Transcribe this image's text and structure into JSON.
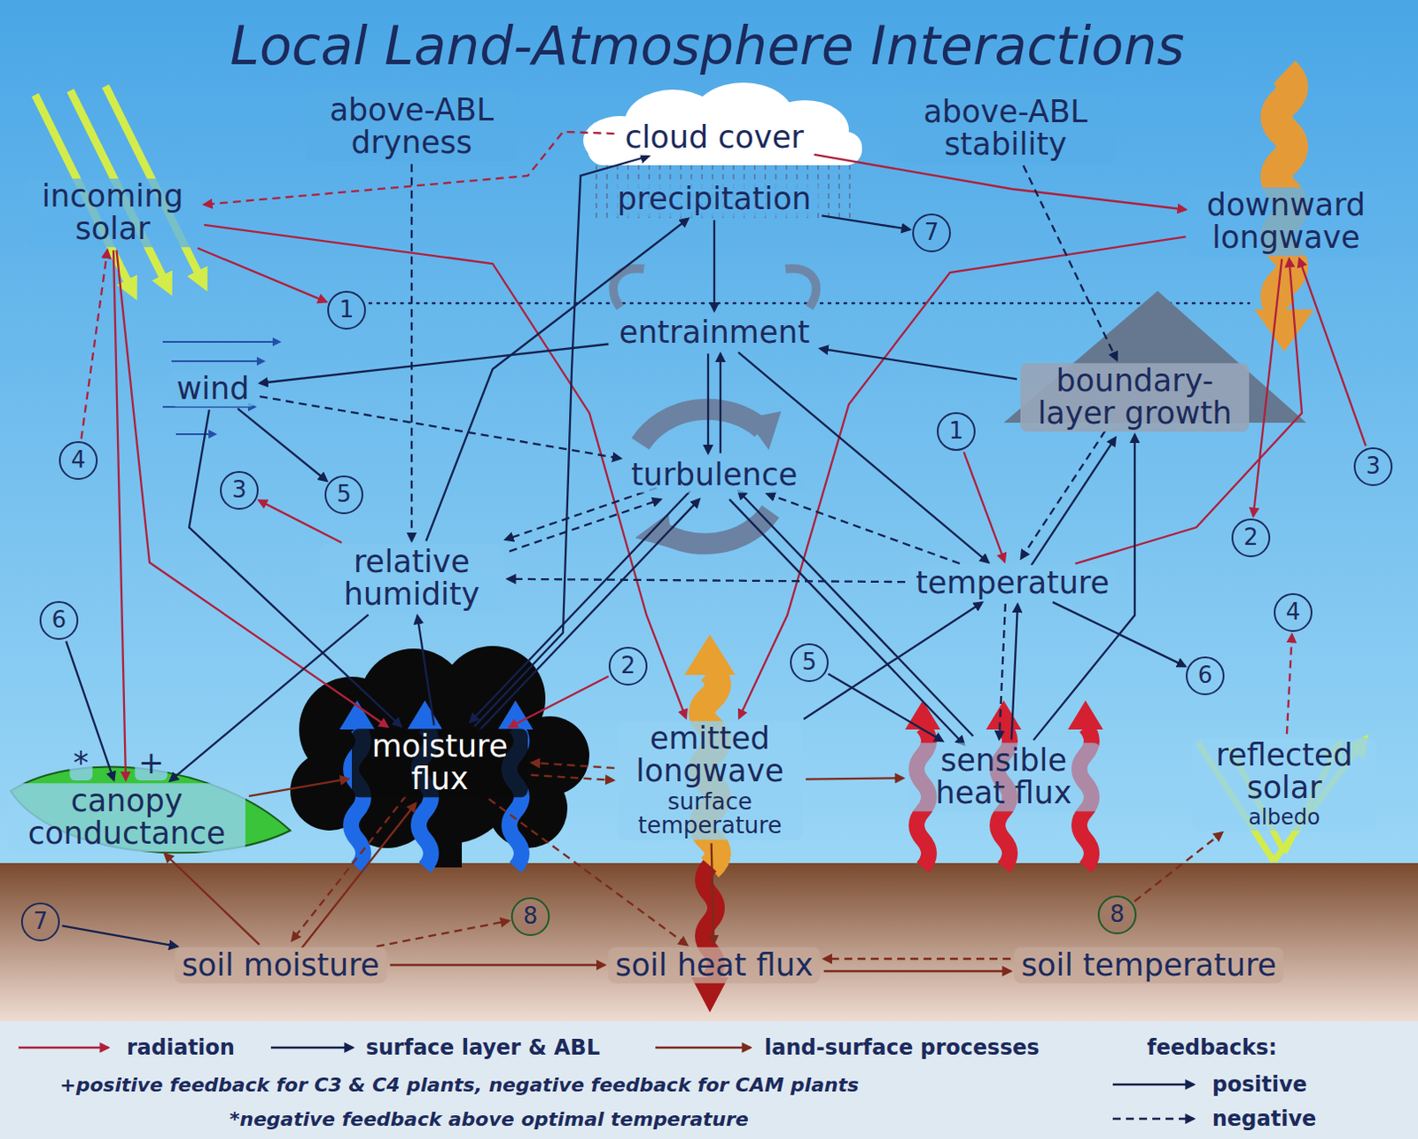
{
  "diagram": {
    "title": "Local Land-Atmosphere Interactions",
    "nodes": [
      {
        "text": [
          "incoming solar"
        ]
      },
      {
        "text": [
          "above-ABL dryness"
        ]
      },
      {
        "text": [
          "cloud cover"
        ]
      },
      {
        "text": [
          "precipitation"
        ]
      },
      {
        "text": [
          "above-ABL stability"
        ]
      },
      {
        "text": [
          "downward longwave"
        ]
      },
      {
        "text": [
          "entrainment"
        ]
      },
      {
        "text": [
          "wind"
        ]
      },
      {
        "text": [
          "boundary-layer growth"
        ]
      },
      {
        "text": [
          "turbulence"
        ]
      },
      {
        "text": [
          "relative humidity"
        ]
      },
      {
        "text": [
          "temperature"
        ]
      },
      {
        "text": [
          "moisture flux"
        ]
      },
      {
        "text": [
          "emitted longwave",
          "surface temperature"
        ]
      },
      {
        "text": [
          "sensible heat flux"
        ]
      },
      {
        "text": [
          "reflected solar",
          "albedo"
        ]
      },
      {
        "text": [
          "canopy conductance"
        ]
      },
      {
        "text": [
          "soil moisture"
        ]
      },
      {
        "text": [
          "soil heat flux"
        ]
      },
      {
        "text": [
          "soil temperature"
        ]
      },
      {
        "text": [
          "1"
        ]
      },
      {
        "text": [
          "1"
        ]
      },
      {
        "text": [
          "2"
        ]
      },
      {
        "text": [
          "2"
        ]
      },
      {
        "text": [
          "3"
        ]
      },
      {
        "text": [
          "3"
        ]
      },
      {
        "text": [
          "4"
        ]
      },
      {
        "text": [
          "4"
        ]
      },
      {
        "text": [
          "5"
        ]
      },
      {
        "text": [
          "5"
        ]
      },
      {
        "text": [
          "6"
        ]
      },
      {
        "text": [
          "6"
        ]
      },
      {
        "text": [
          "7"
        ]
      },
      {
        "text": [
          "7"
        ]
      },
      {
        "text": [
          "8"
        ]
      },
      {
        "text": [
          "8"
        ]
      }
    ],
    "edges": [
      {
        "from": 0,
        "to": 20,
        "arrow": "to"
      },
      {
        "from": 0,
        "to": 13,
        "arrow": "to"
      },
      {
        "from": 0,
        "to": 16,
        "arrow": "to"
      },
      {
        "from": 0,
        "to": 12,
        "arrow": "to"
      },
      {
        "from": 2,
        "to": 0,
        "arrow": "to"
      },
      {
        "from": 2,
        "to": 5,
        "arrow": "to"
      },
      {
        "from": 3,
        "to": 32,
        "arrow": "to"
      },
      {
        "from": 33,
        "to": 17,
        "arrow": "to"
      },
      {
        "from": 5,
        "to": 13,
        "arrow": "to"
      },
      {
        "from": 5,
        "to": 23,
        "arrow": "to"
      },
      {
        "from": 25,
        "to": 5,
        "arrow": "to"
      },
      {
        "from": 11,
        "to": 5,
        "arrow": "to"
      },
      {
        "from": 10,
        "to": 24,
        "arrow": "to"
      },
      {
        "from": 26,
        "to": 0,
        "arrow": "to"
      },
      {
        "from": 15,
        "to": 27,
        "arrow": "to"
      },
      {
        "from": 35,
        "to": 15,
        "arrow": "to"
      },
      {
        "from": 17,
        "to": 34,
        "arrow": "to"
      },
      {
        "from": 30,
        "to": 16,
        "arrow": "to"
      },
      {
        "from": 11,
        "to": 31,
        "arrow": "to"
      },
      {
        "from": 6,
        "to": 7,
        "arrow": "to"
      },
      {
        "from": 7,
        "to": 28,
        "arrow": "to"
      },
      {
        "from": 29,
        "to": 14,
        "arrow": "to"
      },
      {
        "from": 7,
        "to": 9,
        "arrow": "to"
      },
      {
        "from": 7,
        "to": 12,
        "arrow": "to"
      },
      {
        "from": 10,
        "to": 16,
        "arrow": "to"
      },
      {
        "from": 10,
        "to": 9,
        "arrow": "to"
      },
      {
        "from": 9,
        "to": 10,
        "arrow": "to"
      },
      {
        "from": 10,
        "to": 3,
        "arrow": "to"
      },
      {
        "from": 12,
        "to": 2,
        "arrow": "to"
      },
      {
        "from": 1,
        "to": 10,
        "arrow": "to"
      },
      {
        "from": 4,
        "to": 8,
        "arrow": "to"
      },
      {
        "from": 8,
        "to": 6,
        "arrow": "to"
      },
      {
        "from": 8,
        "to": 11,
        "arrow": "to"
      },
      {
        "from": 11,
        "to": 8,
        "arrow": "to"
      },
      {
        "from": 11,
        "to": 10,
        "arrow": "to"
      },
      {
        "from": 21,
        "to": 11,
        "arrow": "to"
      },
      {
        "from": 3,
        "to": 6,
        "arrow": "to"
      },
      {
        "from": 6,
        "to": 9,
        "arrow": "to"
      },
      {
        "from": 9,
        "to": 6,
        "arrow": "to"
      },
      {
        "from": 9,
        "to": 12,
        "arrow": "to"
      },
      {
        "from": 12,
        "to": 9,
        "arrow": "to"
      },
      {
        "from": 9,
        "to": 14,
        "arrow": "to"
      },
      {
        "from": 14,
        "to": 9,
        "arrow": "to"
      },
      {
        "from": 11,
        "to": 9,
        "arrow": "to"
      },
      {
        "from": 14,
        "to": 11,
        "arrow": "to"
      },
      {
        "from": 11,
        "to": 14,
        "arrow": "to"
      },
      {
        "from": 14,
        "to": 8,
        "arrow": "to"
      },
      {
        "from": 13,
        "to": 11,
        "arrow": "to"
      },
      {
        "from": 22,
        "to": 12,
        "arrow": "to"
      },
      {
        "from": 12,
        "to": 10,
        "arrow": "to"
      },
      {
        "from": 16,
        "to": 12,
        "arrow": "to"
      },
      {
        "from": 13,
        "to": 12,
        "arrow": "to"
      },
      {
        "from": 12,
        "to": 13,
        "arrow": "to"
      },
      {
        "from": 13,
        "to": 14,
        "arrow": "to"
      },
      {
        "from": 17,
        "to": 16,
        "arrow": "to"
      },
      {
        "from": 17,
        "to": 12,
        "arrow": "to"
      },
      {
        "from": 12,
        "to": 17,
        "arrow": "to"
      },
      {
        "from": 17,
        "to": 18,
        "arrow": "to"
      },
      {
        "from": 18,
        "to": 19,
        "arrow": "to"
      },
      {
        "from": 19,
        "to": 18,
        "arrow": "to"
      },
      {
        "from": 13,
        "to": 18,
        "arrow": "to"
      },
      {
        "from": 12,
        "to": 18,
        "arrow": "to"
      },
      {
        "from": 6,
        "to": 11,
        "arrow": "to"
      }
    ],
    "labels": [
      "*",
      "+",
      "feedbacks:",
      "+positive feedback for C3 & C4 plants, negative feedback for CAM plants",
      "*negative feedback above optimal temperature"
    ],
    "legend": [
      {
        "text": "radiation"
      },
      {
        "text": "surface layer & ABL"
      },
      {
        "text": "land-surface processes"
      },
      {
        "text": "positive"
      },
      {
        "text": "negative"
      }
    ]
  }
}
